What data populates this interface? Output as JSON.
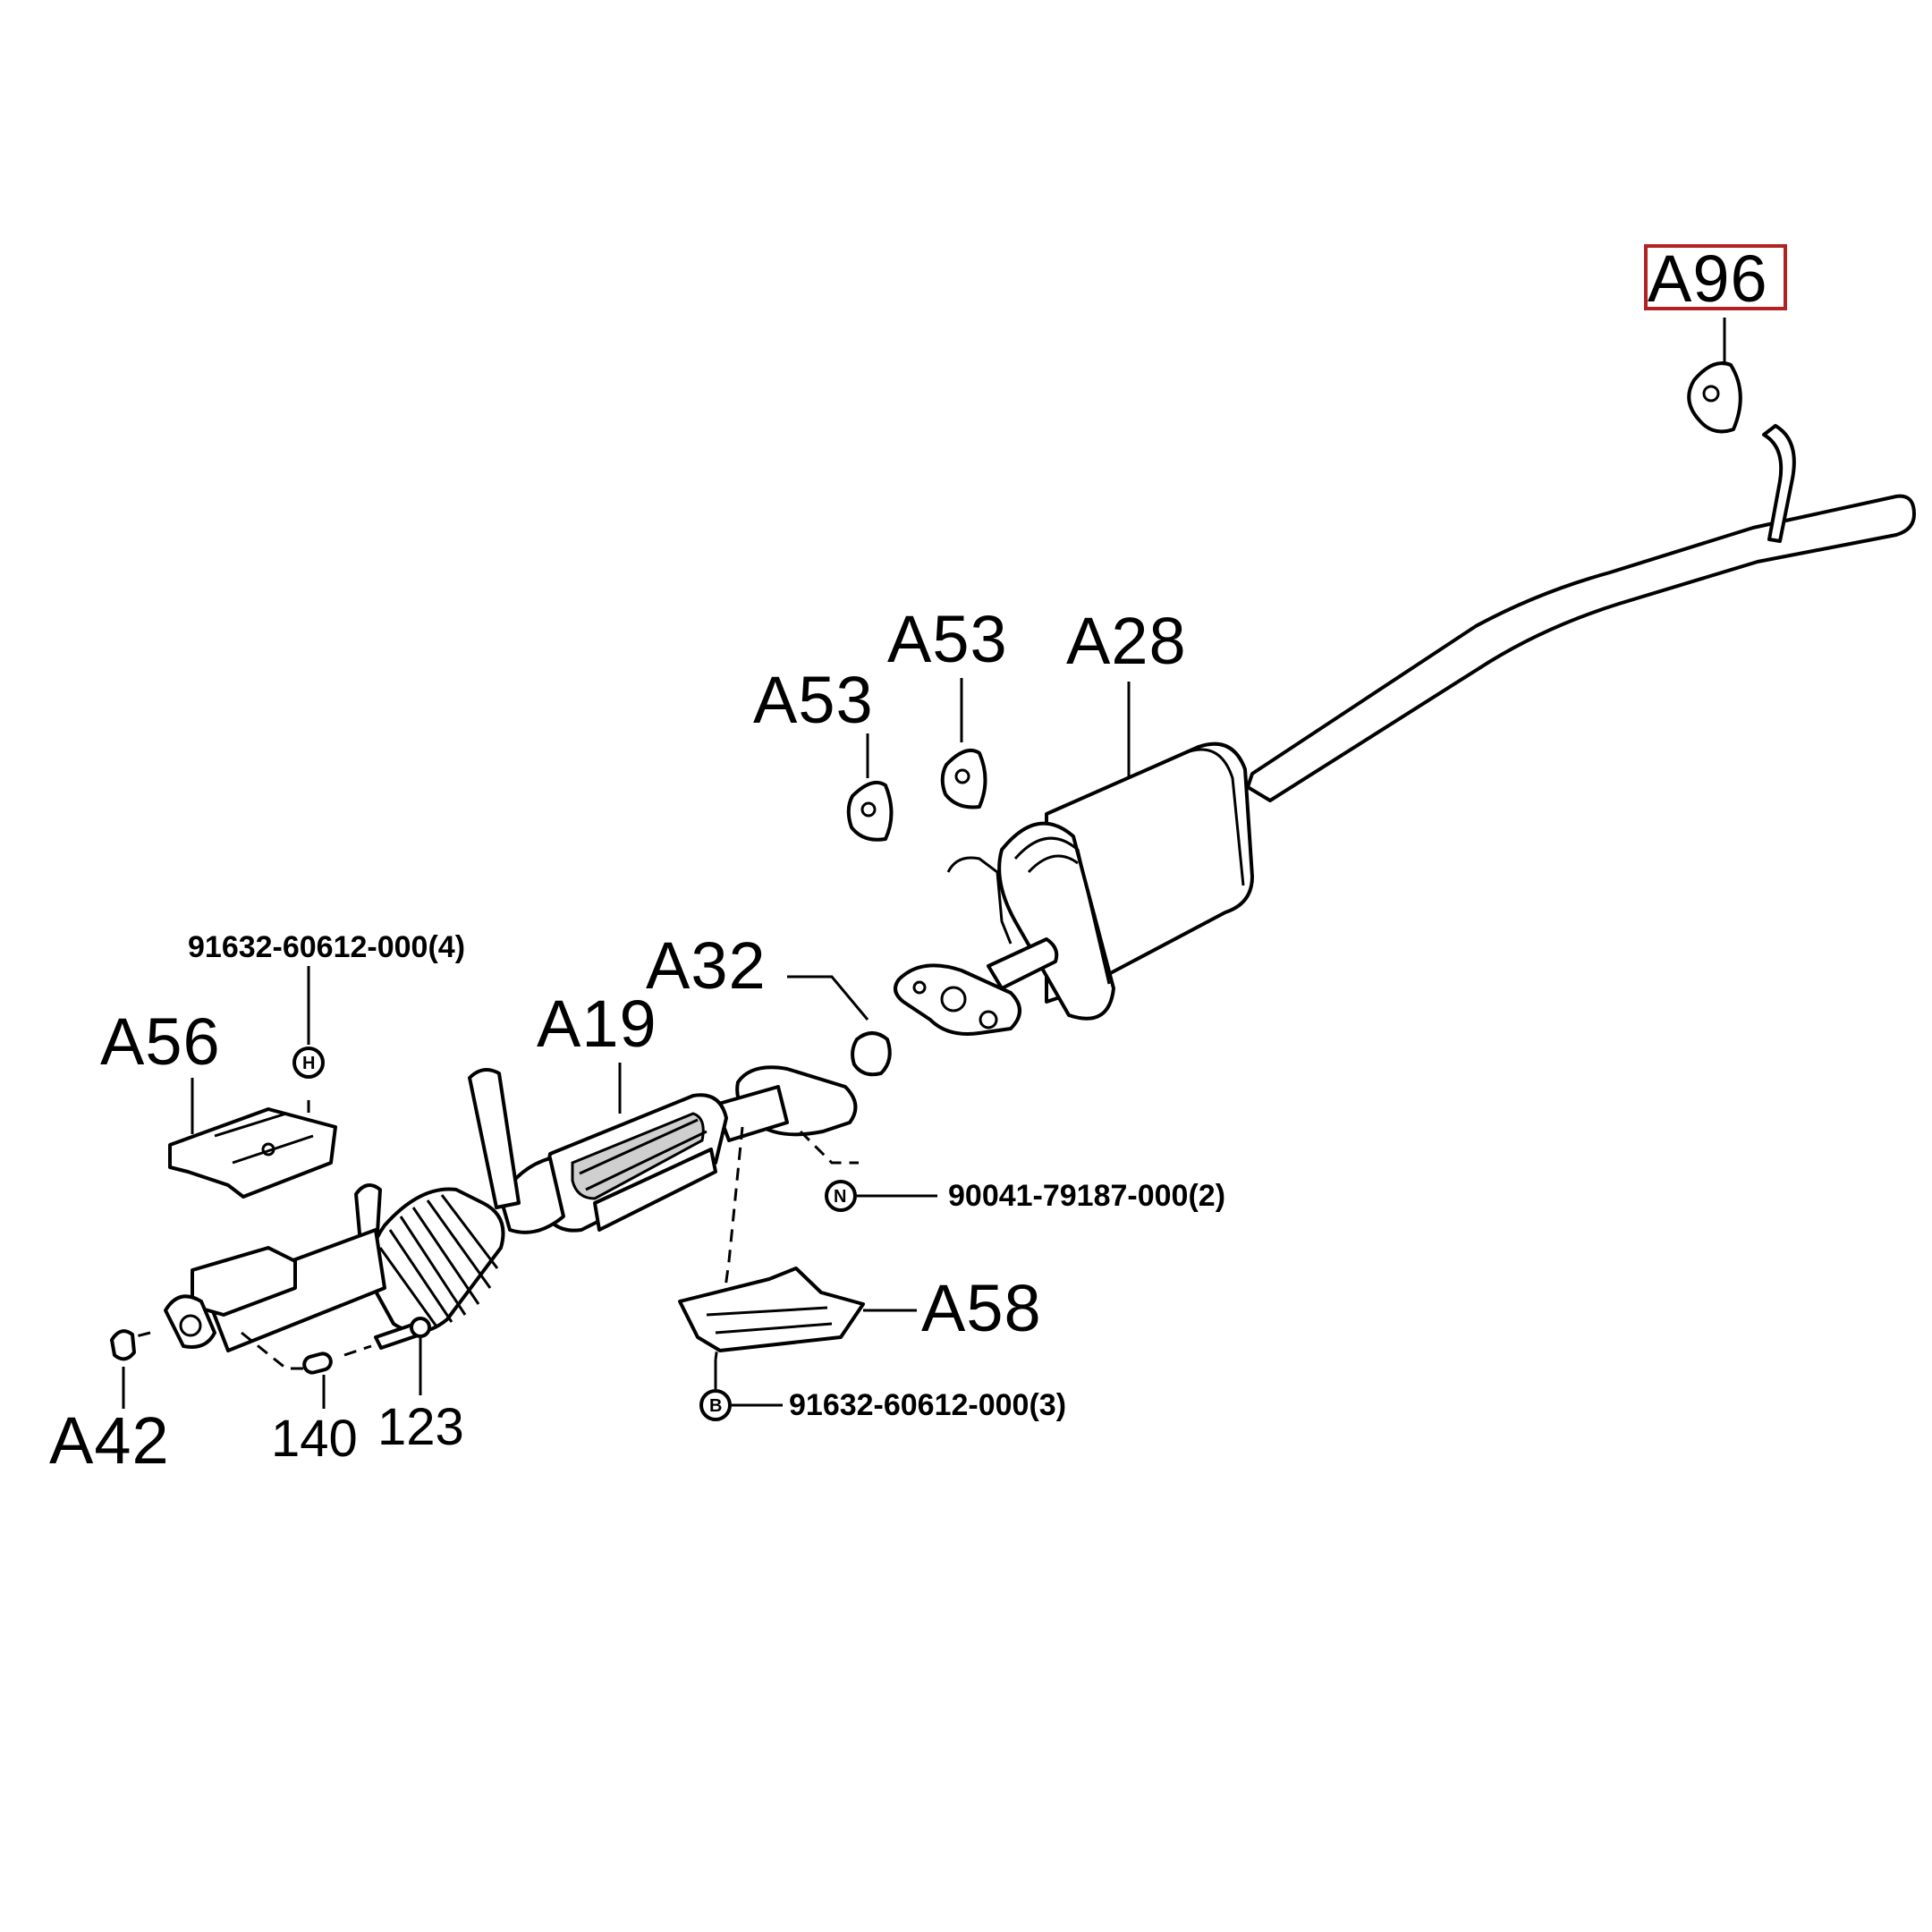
{
  "labels": {
    "a96": "A96",
    "a53_left": "A53",
    "a53_right": "A53",
    "a28": "A28",
    "a32": "A32",
    "a19": "A19",
    "a56": "A56",
    "a58": "A58",
    "a42": "A42",
    "n140": "140",
    "n123": "123",
    "pn_top": "91632-60612-000(4)",
    "pn_mid": "90041-79187-000(2)",
    "pn_bottom": "91632-60612-000(3)"
  },
  "fastener_marks": {
    "h": "H",
    "n": "N",
    "b": "B"
  },
  "colors": {
    "highlight": "#b22222"
  }
}
